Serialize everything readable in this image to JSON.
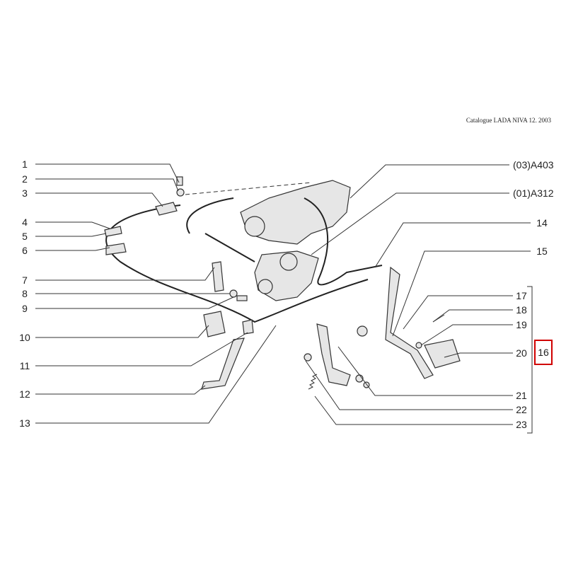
{
  "header": {
    "catalogue": "Catalogue LADA NIVA 12. 2003"
  },
  "callouts_left": [
    "1",
    "2",
    "3",
    "4",
    "5",
    "6",
    "7",
    "8",
    "9",
    "10",
    "11",
    "12",
    "13"
  ],
  "callouts_right": [
    "14",
    "15",
    "17",
    "18",
    "19",
    "20",
    "21",
    "22",
    "23"
  ],
  "references": [
    "(03)A403",
    "(01)A312"
  ],
  "group_label": "16",
  "colors": {
    "group_box": "#d00000",
    "lines": "#333333"
  }
}
